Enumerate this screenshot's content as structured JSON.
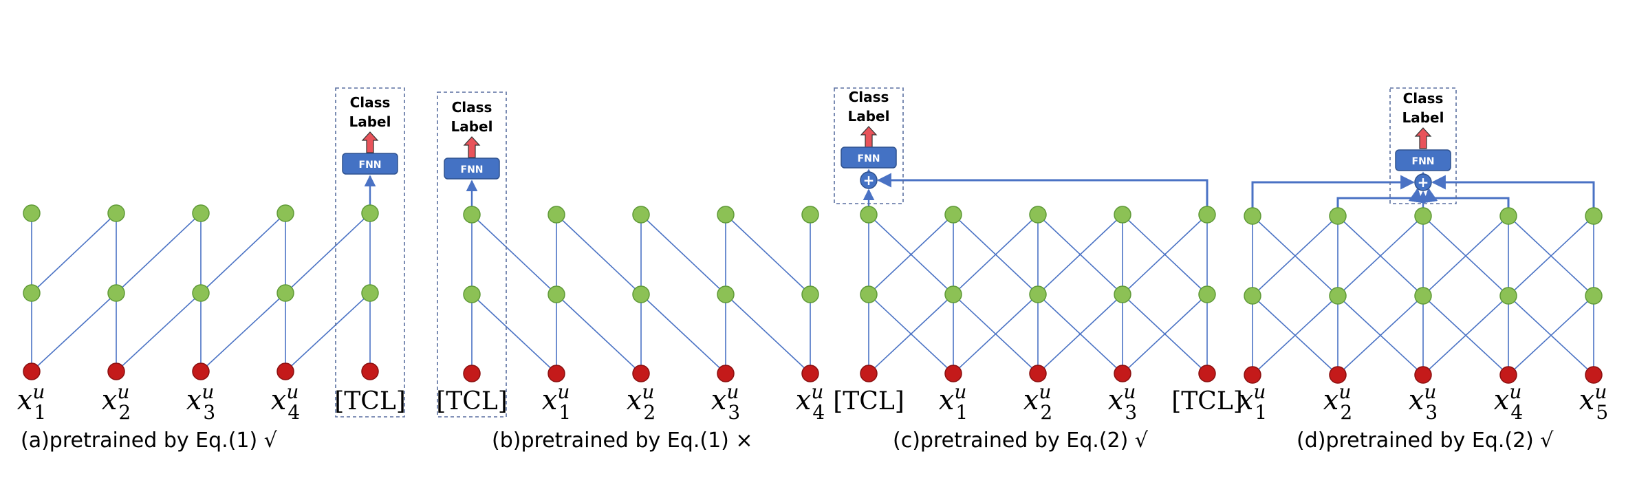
{
  "colors": {
    "edge": "#4a72c4",
    "hidden_node": "#8cc155",
    "hidden_stroke": "#5f9a37",
    "input_node": "#c41a1a",
    "input_stroke": "#8a0f0f",
    "fnn": "#4472c4",
    "arrow_up": "#e8535a",
    "dashed": "#5a6fa0"
  },
  "common": {
    "class_label_line1": "Class",
    "class_label_line2": "Label",
    "fnn_label": "FNN",
    "plus_symbol": "+"
  },
  "panels": [
    {
      "id": "a",
      "caption": "(a)pretrained by Eq.(1) √",
      "tokens": [
        {
          "base": "x",
          "sup": "u",
          "sub": "1"
        },
        {
          "base": "x",
          "sup": "u",
          "sub": "2"
        },
        {
          "base": "x",
          "sup": "u",
          "sub": "3"
        },
        {
          "base": "x",
          "sup": "u",
          "sub": "4"
        },
        {
          "base": "[TCL]"
        }
      ]
    },
    {
      "id": "b",
      "caption": "(b)pretrained by Eq.(1)  ×",
      "tokens": [
        {
          "base": "[TCL]"
        },
        {
          "base": "x",
          "sup": "u",
          "sub": "1"
        },
        {
          "base": "x",
          "sup": "u",
          "sub": "2"
        },
        {
          "base": "x",
          "sup": "u",
          "sub": "3"
        },
        {
          "base": "x",
          "sup": "u",
          "sub": "4"
        }
      ]
    },
    {
      "id": "c",
      "caption": "(c)pretrained by Eq.(2) √",
      "tokens": [
        {
          "base": "[TCL]"
        },
        {
          "base": "x",
          "sup": "u",
          "sub": "1"
        },
        {
          "base": "x",
          "sup": "u",
          "sub": "2"
        },
        {
          "base": "x",
          "sup": "u",
          "sub": "3"
        },
        {
          "base": "[TCL]"
        }
      ]
    },
    {
      "id": "d",
      "caption": "(d)pretrained by Eq.(2) √",
      "tokens": [
        {
          "base": "x",
          "sup": "u",
          "sub": "1"
        },
        {
          "base": "x",
          "sup": "u",
          "sub": "2"
        },
        {
          "base": "x",
          "sup": "u",
          "sub": "3"
        },
        {
          "base": "x",
          "sup": "u",
          "sub": "4"
        },
        {
          "base": "x",
          "sup": "u",
          "sub": "5"
        }
      ]
    }
  ]
}
